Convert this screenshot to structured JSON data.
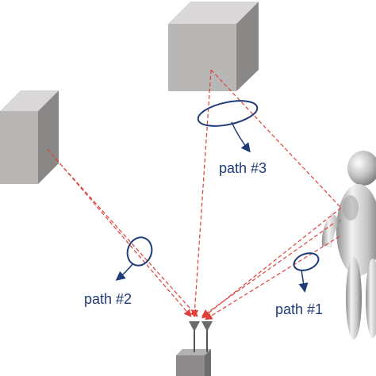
{
  "labels": {
    "path1": "path #1",
    "path2": "path #2",
    "path3": "path #3"
  },
  "colors": {
    "ray": "#e0403a",
    "ellipse": "#1f3c78",
    "label": "#1f3c78",
    "box_front": "#b9b6b6",
    "box_side": "#8a8787",
    "box_top": "#d9d7d7"
  }
}
